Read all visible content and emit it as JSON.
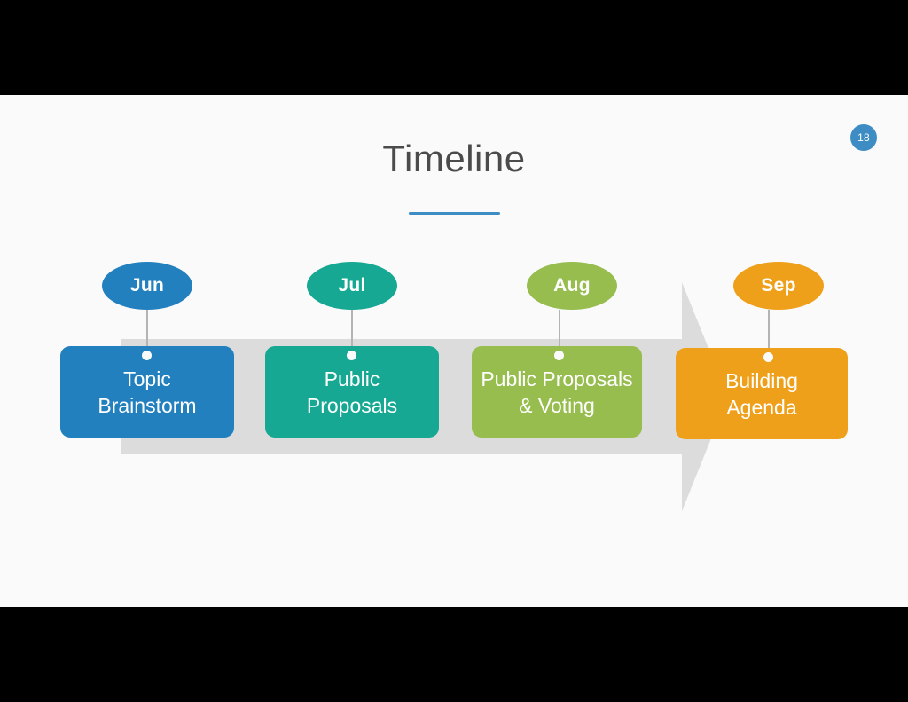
{
  "slide": {
    "title": "Timeline",
    "page_number": "18",
    "background_color": "#fafafa",
    "accent_color": "#3d8dc4",
    "band_color": "#dcdcdc"
  },
  "timeline": {
    "milestones": [
      {
        "month": "Jun",
        "label_line1": "Topic",
        "label_line2": "Brainstorm",
        "color": "#2380bf",
        "pill_color": "#2380bf"
      },
      {
        "month": "Jul",
        "label_line1": "Public",
        "label_line2": "Proposals",
        "color": "#16a892",
        "pill_color": "#16a892"
      },
      {
        "month": "Aug",
        "label_line1": "Public Proposals",
        "label_line2": "& Voting",
        "color": "#96bd4e",
        "pill_color": "#96bd4e"
      },
      {
        "month": "Sep",
        "label_line1": "Building",
        "label_line2": "Agenda",
        "color": "#efa01a",
        "pill_color": "#efa01a"
      }
    ]
  }
}
